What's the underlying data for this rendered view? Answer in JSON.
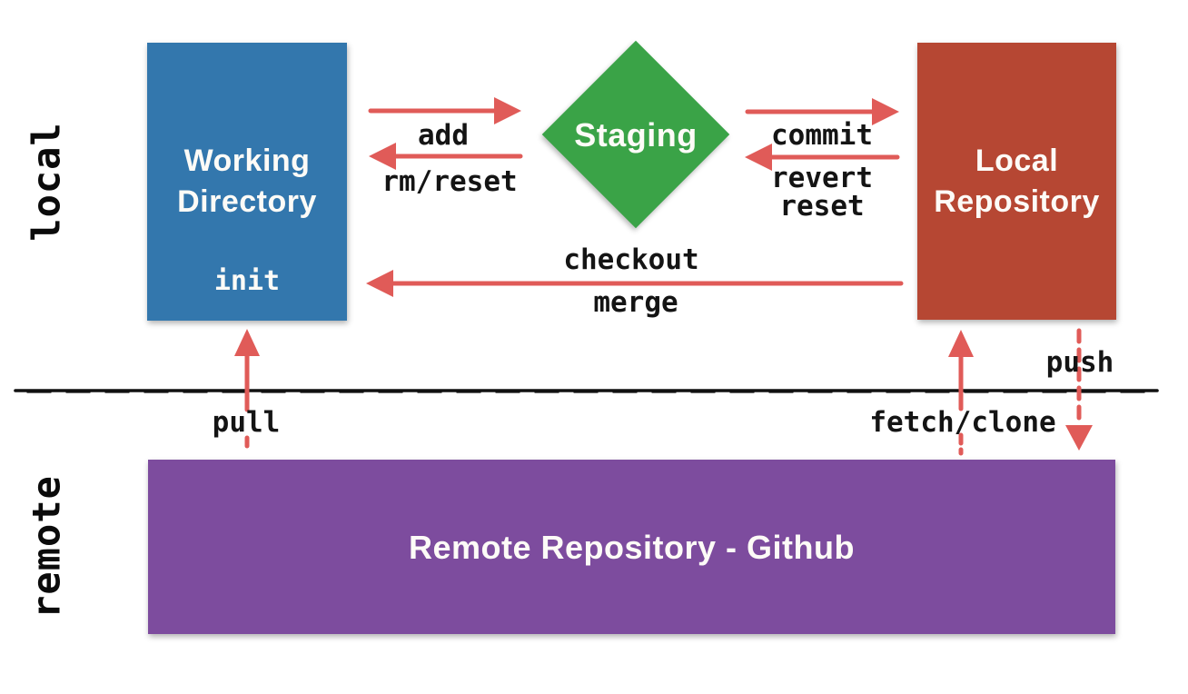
{
  "diagram": {
    "local_section_label": "local",
    "remote_section_label": "remote",
    "nodes": {
      "working_directory": {
        "title": "Working Directory",
        "command": "init",
        "color": "#3377ad"
      },
      "staging": {
        "title": "Staging",
        "color": "#3aa347"
      },
      "local_repository": {
        "title": "Local Repository",
        "color": "#b64733"
      },
      "remote_repository": {
        "title": "Remote Repository - Github",
        "color": "#7d4c9e"
      }
    },
    "arrows": {
      "add": "add",
      "rm_reset": "rm/reset",
      "commit": "commit",
      "revert": "revert",
      "reset": "reset",
      "checkout": "checkout",
      "merge": "merge",
      "pull": "pull",
      "fetch_clone": "fetch/clone",
      "push": "push"
    },
    "colors": {
      "arrow": "#e05b58",
      "separator": "#111111",
      "command_text": "#141414",
      "node_text": "#fdfbf7",
      "background": "#ffffff"
    }
  }
}
